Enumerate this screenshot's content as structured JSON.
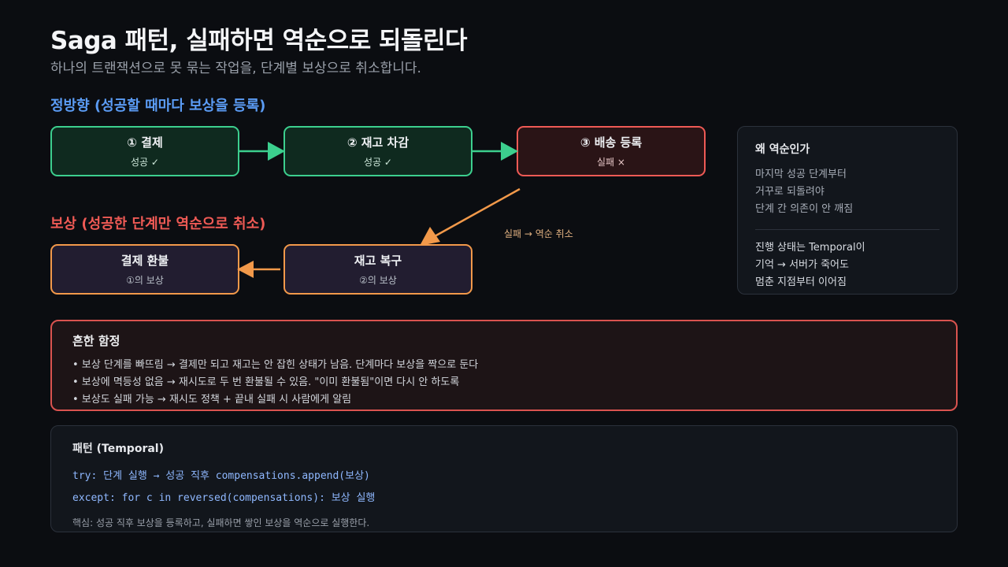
{
  "header": {
    "title": "Saga 패턴, 실패하면 역순으로 되돌린다",
    "subtitle": "하나의 트랜잭션으로 못 묶는 작업을, 단계별 보상으로 취소합니다."
  },
  "forward": {
    "label": "정방향 (성공할 때마다 보상을 등록)",
    "steps": [
      {
        "name": "① 결제",
        "status": "성공 ✓"
      },
      {
        "name": "② 재고 차감",
        "status": "성공 ✓"
      },
      {
        "name": "③ 배송 등록",
        "status": "실패 ×"
      }
    ]
  },
  "compensation": {
    "label": "보상 (성공한 단계만 역순으로 취소)",
    "steps": [
      {
        "name": "결제 환불",
        "note": "①의 보상"
      },
      {
        "name": "재고 복구",
        "note": "②의 보상"
      }
    ],
    "arrow_label": "실패 → 역순 취소"
  },
  "side_card": {
    "title": "왜 역순인가",
    "lines_a": [
      "마지막 성공 단계부터",
      "거꾸로 되돌려야",
      "단계 간 의존이 안 깨짐"
    ],
    "lines_b": [
      "진행 상태는 Temporal이",
      "기억 → 서버가 죽어도",
      "멈춘 지점부터 이어짐"
    ]
  },
  "pitfalls": {
    "title": "흔한 함정",
    "items": [
      "• 보상 단계를 빠뜨림 → 결제만 되고 재고는 안 잡힌 상태가 남음. 단계마다 보상을 짝으로 둔다",
      "• 보상에 멱등성 없음 → 재시도로 두 번 환불될 수 있음. \"이미 환불됨\"이면 다시 안 하도록",
      "• 보상도 실패 가능 → 재시도 정책 + 끝내 실패 시 사람에게 알림"
    ]
  },
  "pattern": {
    "title": "패턴 (Temporal)",
    "code": [
      "try: 단계 실행 → 성공 직후 compensations.append(보상)",
      "except: for c in reversed(compensations): 보상 실행"
    ],
    "note": "핵심: 성공 직후 보상을 등록하고, 실패하면 쌓인 보상을 역순으로 실행한다."
  },
  "colors": {
    "success": "#3ccf8e",
    "failure": "#ef5a55",
    "compensation": "#f2994a",
    "accent": "#5b9cf5"
  }
}
